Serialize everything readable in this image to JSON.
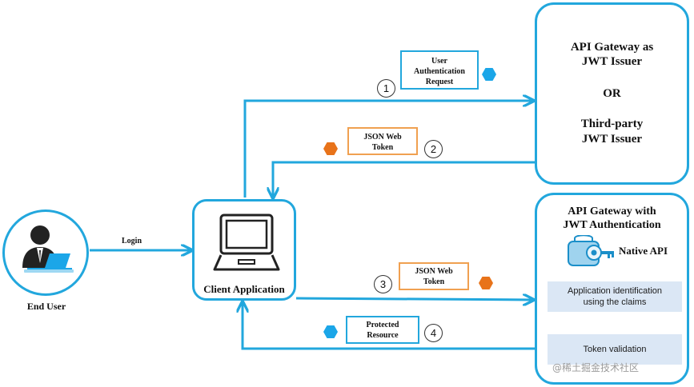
{
  "end_user": {
    "label": "End User"
  },
  "login": {
    "label": "Login"
  },
  "client": {
    "label": "Client Application"
  },
  "issuer": {
    "line1": "API Gateway as",
    "line2": "JWT Issuer",
    "or": "OR",
    "line3": "Third-party",
    "line4": "JWT Issuer"
  },
  "gateway": {
    "title1": "API Gateway with",
    "title2": "JWT Authentication",
    "native_api": "Native API",
    "step1_line1": "Application identification",
    "step1_line2": "using the claims",
    "step2": "Token validation"
  },
  "labels": {
    "uar_line1": "User",
    "uar_line2": "Authentication",
    "uar_line3": "Request",
    "jwt_line1": "JSON Web",
    "jwt_line2": "Token",
    "pres_line1": "Protected",
    "pres_line2": "Resource"
  },
  "steps": {
    "n1": "1",
    "n2": "2",
    "n3": "3",
    "n4": "4"
  },
  "watermark": "@稀土掘金技术社区",
  "colors": {
    "accent": "#22a7dd",
    "token": "#e8731a",
    "request_dot": "#1ba6e8",
    "step_fill": "#dbe7f5"
  }
}
